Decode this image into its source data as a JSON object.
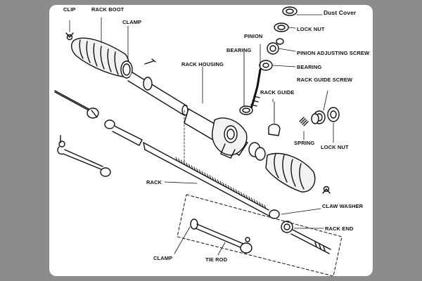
{
  "labels": {
    "clip": "CLIP",
    "rack_boot": "RACK BOOT",
    "clamp_top": "CLAMP",
    "pinion": "PINION",
    "bearing_upper": "BEARING",
    "dust_cover": "Dust Cover",
    "lock_nut_top": "LOCK NUT",
    "pinion_adjusting_screw": "PINION ADJUSTING SCREW",
    "bearing_lower": "BEARING",
    "rack_housing": "RACK HOUSING",
    "rack_guide": "RACK GUIDE",
    "rack_guide_screw": "RACK GUIDE SCREW",
    "spring": "SPRING",
    "lock_nut_bottom": "LOCK NUT",
    "rack": "RACK",
    "claw_washer": "CLAW WASHER",
    "rack_end": "RACK END",
    "clamp_bottom": "CLAMP",
    "tie_rod": "TIE ROD"
  }
}
